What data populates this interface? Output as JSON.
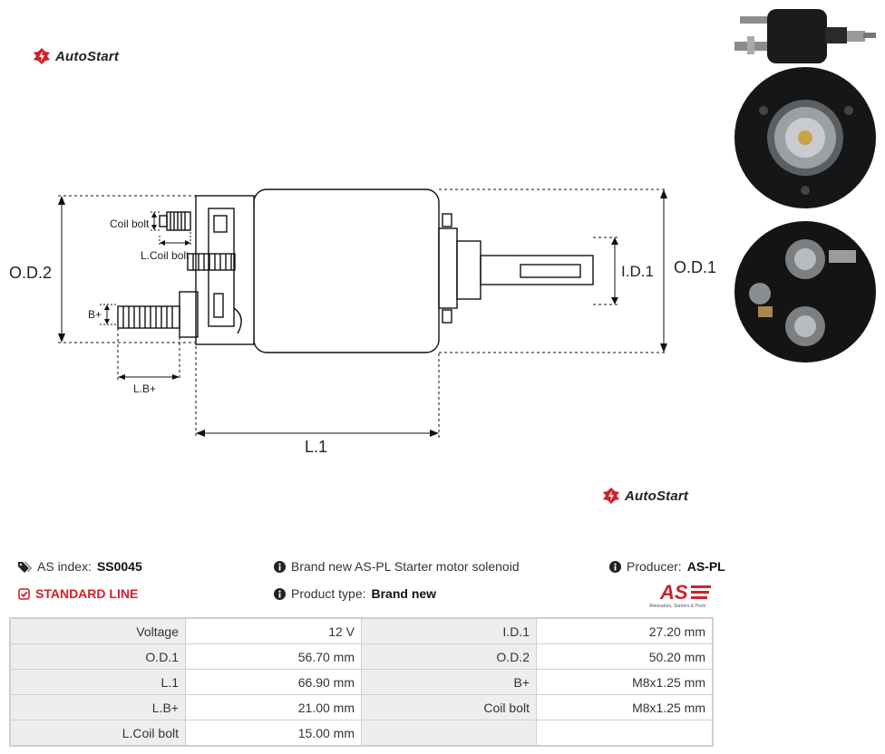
{
  "brand": {
    "name": "AutoStart",
    "color": "#d0202a"
  },
  "diagram_labels": {
    "od2": "O.D.2",
    "od1": "O.D.1",
    "id1": "I.D.1",
    "l1": "L.1",
    "lb": "L.B+",
    "bplus": "B+",
    "coil_bolt": "Coil bolt",
    "l_coil_bolt": "L.Coil bolt"
  },
  "product": {
    "as_index_label": "AS index:",
    "as_index_value": "SS0045",
    "line": "STANDARD LINE",
    "description": "Brand new AS-PL Starter motor solenoid",
    "product_type_label": "Product type:",
    "product_type_value": "Brand new",
    "producer_label": "Producer:",
    "producer_value": "AS-PL",
    "producer_logo_text": "AS",
    "producer_logo_tagline": "Alternators, Starters & Parts"
  },
  "specs": [
    [
      "Voltage",
      "12 V",
      "I.D.1",
      "27.20 mm"
    ],
    [
      "O.D.1",
      "56.70 mm",
      "O.D.2",
      "50.20 mm"
    ],
    [
      "L.1",
      "66.90 mm",
      "B+",
      "M8x1.25 mm"
    ],
    [
      "L.B+",
      "21.00 mm",
      "Coil bolt",
      "M8x1.25 mm"
    ],
    [
      "L.Coil bolt",
      "15.00 mm",
      "",
      ""
    ]
  ],
  "icons": [
    "autostart-logo-icon",
    "tags-icon",
    "check-square-icon",
    "info-circle-icon"
  ]
}
